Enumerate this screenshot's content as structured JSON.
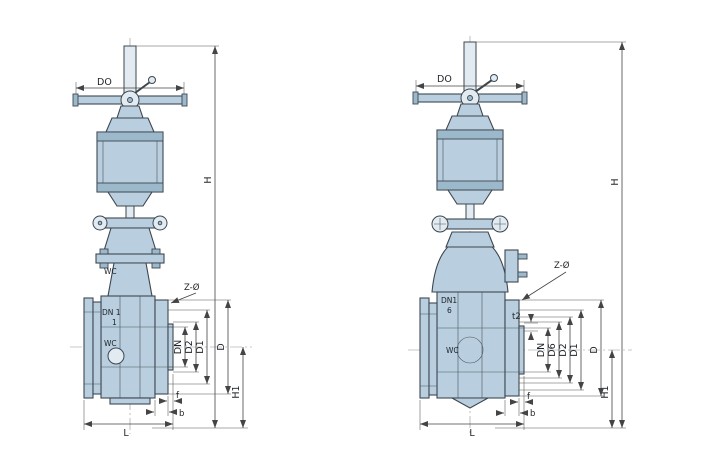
{
  "figure": {
    "colors": {
      "background": "#ffffff",
      "outline": "#3d4750",
      "body_fill": "#b9cede",
      "band_fill": "#9cb8cb",
      "light_fill": "#e2ebf1"
    }
  },
  "left_valve": {
    "dims": {
      "do": "DO",
      "h": "H",
      "h1": "H1",
      "d": "D",
      "d1": "D1",
      "d2": "D2",
      "dn": "DN",
      "l": "L",
      "f": "f",
      "b": "b",
      "z_holes": "Z-Ø"
    },
    "annotations": {
      "bore_label": "DN 1",
      "bore_value": "1",
      "bonnet_material": "WC",
      "body_material": "WC"
    }
  },
  "right_valve": {
    "dims": {
      "do": "DO",
      "h": "H",
      "h1": "H1",
      "d": "D",
      "d1": "D1",
      "d2": "D2",
      "d6": "D6",
      "dn": "DN",
      "l": "L",
      "f": "f",
      "b": "b",
      "z_holes": "Z-Ø",
      "t2": "t2"
    },
    "annotations": {
      "bore_label": "DN1",
      "bore_value": "6",
      "body_material": "WC"
    }
  }
}
